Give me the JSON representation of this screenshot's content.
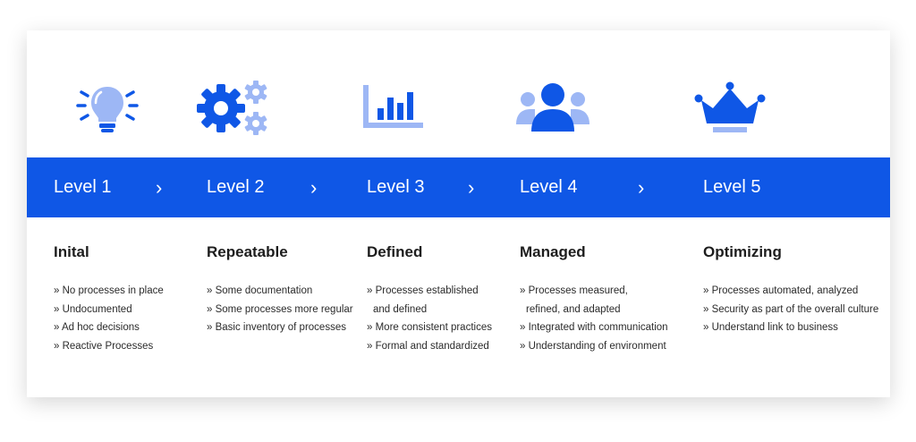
{
  "colors": {
    "accent": "#0f57e6",
    "light_accent": "#9db7f5",
    "text": "#1d1d1d"
  },
  "levels": [
    {
      "icon": "lightbulb-icon",
      "label": "Level 1",
      "title": "Inital",
      "items": [
        "» No processes in place",
        "» Undocumented",
        "» Ad hoc decisions",
        "» Reactive Processes"
      ]
    },
    {
      "icon": "gears-icon",
      "label": "Level 2",
      "title": "Repeatable",
      "items": [
        "» Some documentation",
        "» Some processes more regular",
        "» Basic inventory of processes"
      ]
    },
    {
      "icon": "bar-chart-icon",
      "label": "Level 3",
      "title": "Defined",
      "items": [
        "» Processes established",
        "and defined",
        "» More consistent practices",
        "» Formal and standardized"
      ]
    },
    {
      "icon": "team-icon",
      "label": "Level 4",
      "title": "Managed",
      "items": [
        "» Processes measured,",
        "refined, and adapted",
        "» Integrated with communication",
        "» Understanding of environment"
      ]
    },
    {
      "icon": "crown-icon",
      "label": "Level 5",
      "title": "Optimizing",
      "items": [
        "» Processes automated, analyzed",
        "» Security as part of the overall culture",
        "» Understand link to business"
      ]
    }
  ],
  "chevron": "›"
}
